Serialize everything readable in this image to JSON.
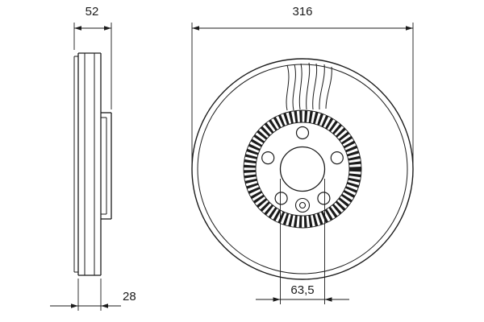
{
  "dimensions": {
    "total_width": "52",
    "outer_diameter": "316",
    "disc_thickness": "28",
    "center_bore_diameter": "63,5"
  },
  "line_color": "#1b1b1b"
}
